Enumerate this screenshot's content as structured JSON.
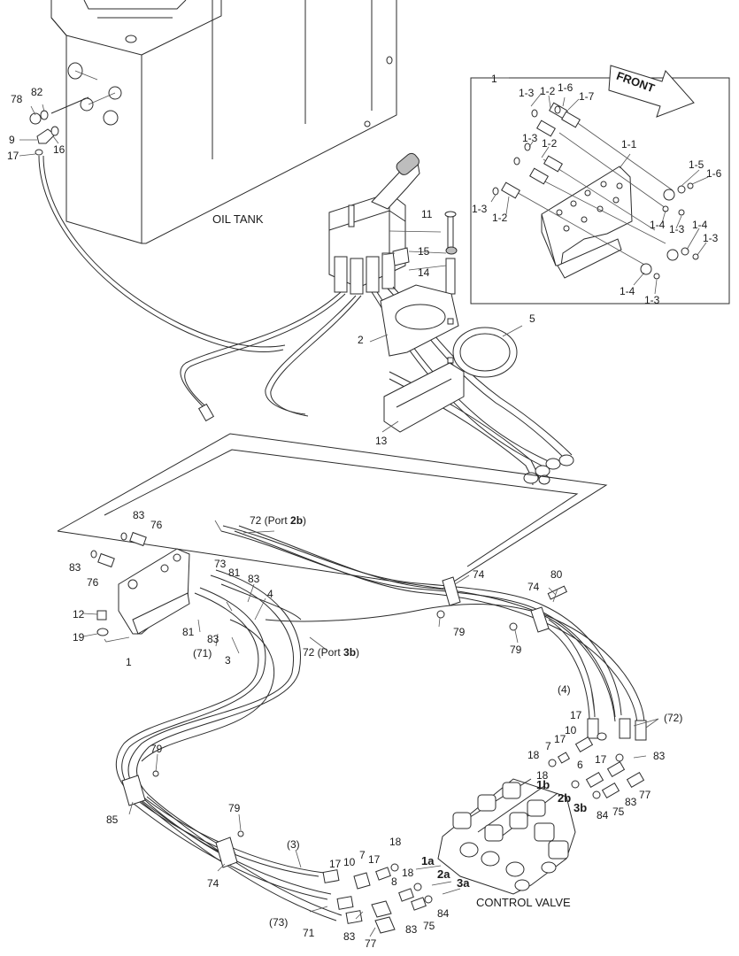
{
  "labels": {
    "oil_tank": "OIL TANK",
    "control_valve": "CONTROL VALVE",
    "front": "FRONT",
    "port_2b_prefix": "72 (Port ",
    "port_2b_bold": "2b",
    "port_3b_prefix": "72 (Port ",
    "port_3b_bold": "3b",
    "paren_close": ")"
  },
  "callouts": {
    "c78": "78",
    "c82": "82",
    "c9": "9",
    "c17a": "17",
    "c16": "16",
    "c11": "11",
    "c15": "15",
    "c14": "14",
    "c2": "2",
    "c5": "5",
    "c13": "13",
    "c1top": "1",
    "d1_3a": "1-3",
    "d1_2a": "1-2",
    "d1_6a": "1-6",
    "d1_7": "1-7",
    "d1_3b": "1-3",
    "d1_2b": "1-2",
    "d1_1": "1-1",
    "d1_3c": "1-3",
    "d1_2c": "1-2",
    "d1_5": "1-5",
    "d1_6b": "1-6",
    "d1_4a": "1-4",
    "d1_3d": "1-3",
    "d1_4b": "1-4",
    "d1_3e": "1-3",
    "d1_4c": "1-4",
    "d1_3f": "1-3",
    "m83a": "83",
    "m76a": "76",
    "m83b": "83",
    "m76b": "76",
    "m73": "73",
    "m81a": "81",
    "m83c": "83",
    "m4": "4",
    "m12": "12",
    "m19": "19",
    "m1": "1",
    "m81b": "81",
    "m83d": "83",
    "m71p": "(71)",
    "m3": "3",
    "m74a": "74",
    "m79a": "79",
    "m80": "80",
    "m74b": "74",
    "m79b": "79",
    "r4p": "(4)",
    "r17a": "17",
    "r10a": "10",
    "r7a": "7",
    "r17b": "17",
    "r72p": "(72)",
    "r18a": "18",
    "r18b": "18",
    "r6": "6",
    "r17c": "17",
    "r83a": "83",
    "r1b": "1b",
    "r2b": "2b",
    "r3b": "3b",
    "r84a": "84",
    "r75a": "75",
    "r83b": "83",
    "r77a": "77",
    "l79a": "79",
    "l85": "85",
    "l79b": "79",
    "l74": "74",
    "l3p": "(3)",
    "l17a": "17",
    "l10": "10",
    "l7": "7",
    "l18a": "18",
    "l1a": "1a",
    "l18b": "18",
    "l2a": "2a",
    "l3a": "3a",
    "l8": "8",
    "l17b": "17",
    "l84": "84",
    "l83a": "83",
    "l75": "75",
    "l73p": "(73)",
    "l71": "71",
    "l83b": "83",
    "l77": "77"
  }
}
